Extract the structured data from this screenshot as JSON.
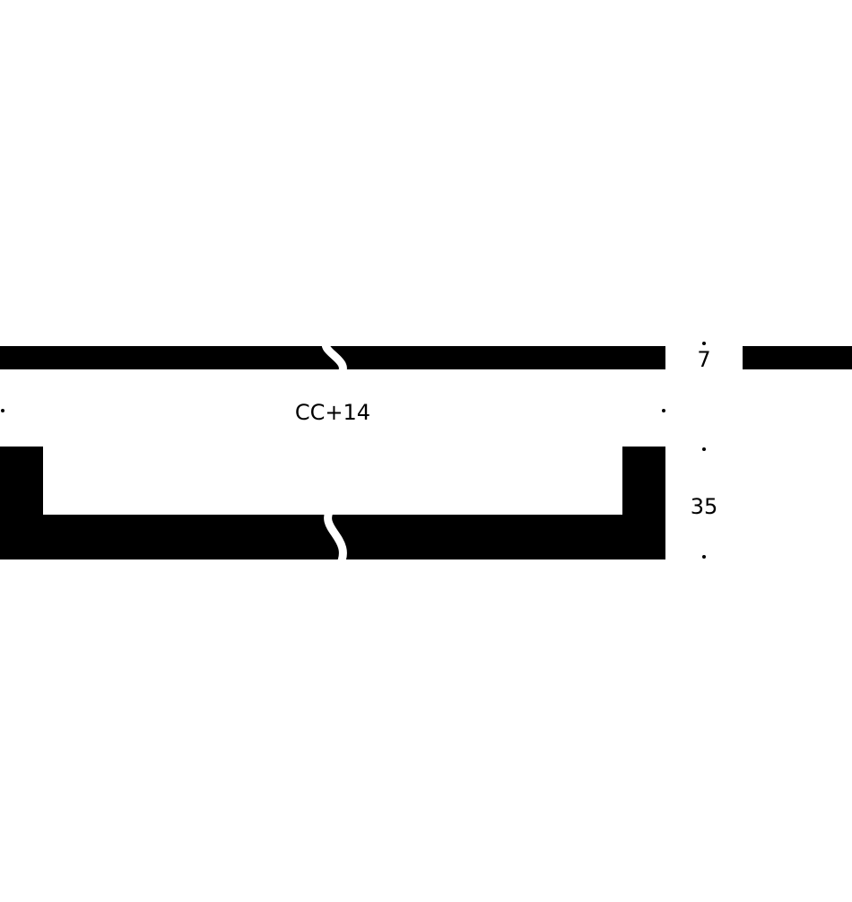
{
  "dimensions": {
    "length_label": "CC+14",
    "thickness_label": "7",
    "height_label": "35"
  },
  "colors": {
    "profile_fill": "#000000",
    "background": "#ffffff"
  }
}
